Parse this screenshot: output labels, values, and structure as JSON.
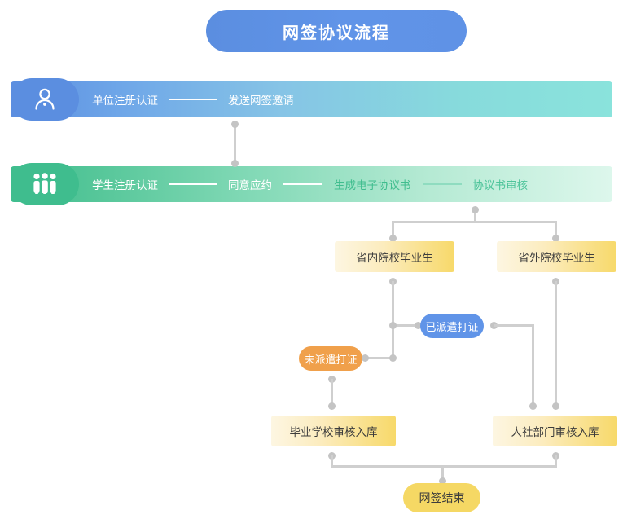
{
  "title": {
    "text": "网签协议流程",
    "color": "#6094e8"
  },
  "roles": [
    {
      "icon": "single-person-icon",
      "color": "#5b8ee0",
      "steps": [
        "单位注册认证",
        "发送网签邀请"
      ]
    },
    {
      "icon": "group-people-icon",
      "color": "#3fbd8e",
      "steps": [
        "学生注册认证",
        "同意应约",
        "生成电子协议书",
        "协议书审核"
      ]
    }
  ],
  "nodes": {
    "grad_in_province": "省内院校毕业生",
    "grad_out_province": "省外院校毕业生",
    "dispatched": "已派遣打证",
    "not_dispatched": "未派遣打证",
    "school_review": "毕业学校审核入库",
    "hr_review": "人社部门审核入库",
    "end": "网签结束"
  },
  "colors": {
    "blue": "#6094e8",
    "green": "#3fbd8e",
    "orange": "#f0a04b",
    "yellow": "#f5d864",
    "connector": "#cfcfcf"
  }
}
